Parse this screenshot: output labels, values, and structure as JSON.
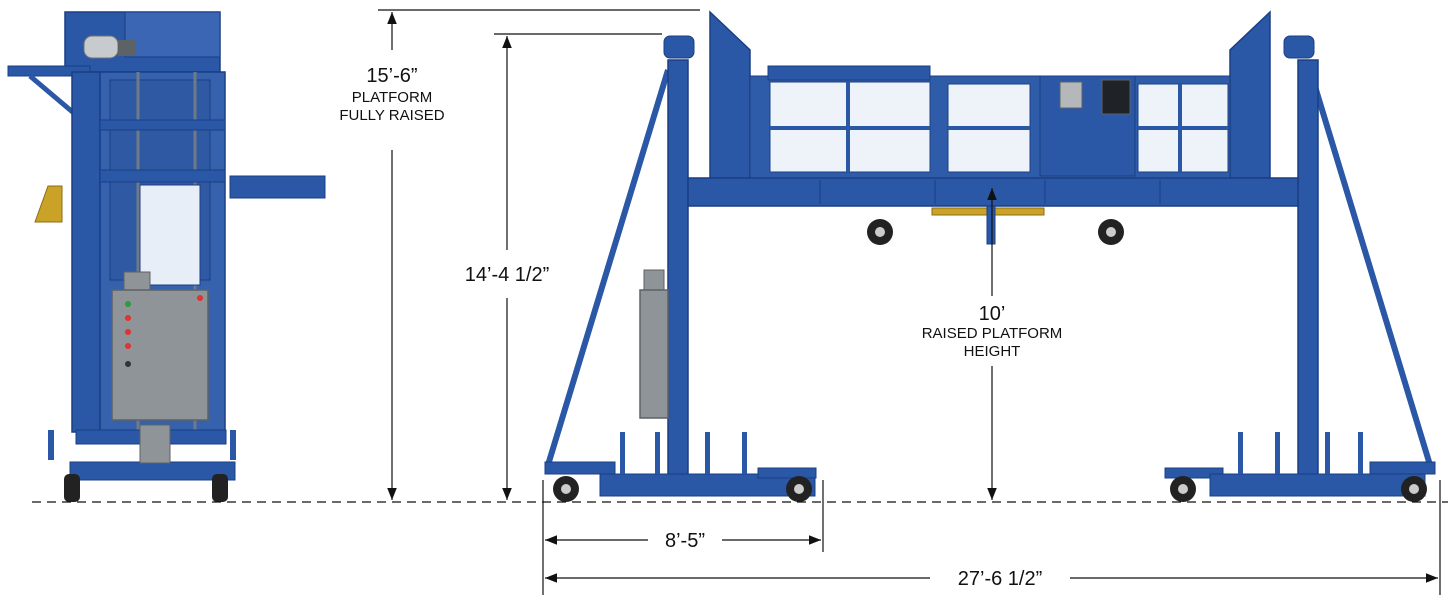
{
  "colors": {
    "frame_blue": "#2a57a6",
    "frame_blue_dark": "#1b3f84",
    "frame_blue_light": "#3b6cc0",
    "panel_gray": "#8f9498",
    "panel_gray_light": "#b4b8bb",
    "gold": "#c9a227",
    "tire": "#222222",
    "dimension_line": "#111111"
  },
  "dimensions": {
    "fully_raised": {
      "value": "15’-6”",
      "label_line1": "PLATFORM",
      "label_line2": "FULLY RAISED"
    },
    "height_14": {
      "value": "14’-4 1/2”"
    },
    "raised_platform": {
      "value": "10’",
      "label_line1": "RAISED PLATFORM",
      "label_line2": "HEIGHT"
    },
    "base_width": {
      "value": "8’-5”"
    },
    "overall_width": {
      "value": "27’-6 1/2”"
    }
  }
}
